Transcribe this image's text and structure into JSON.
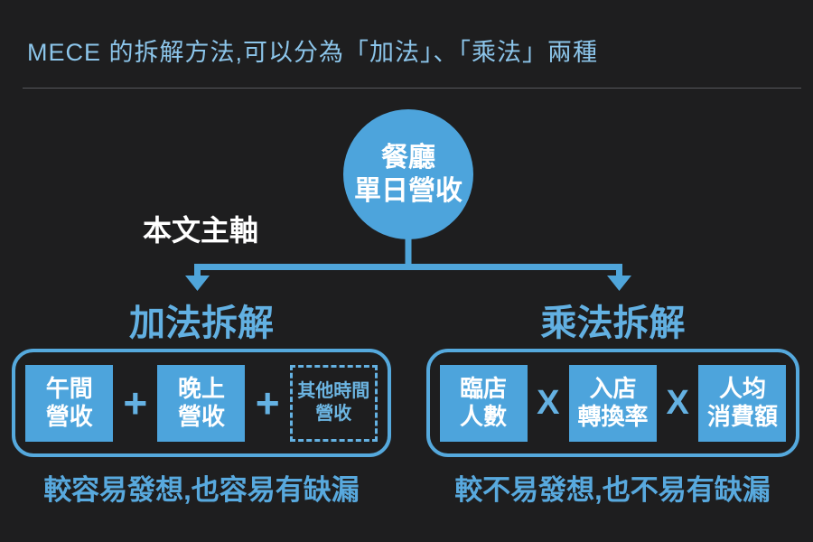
{
  "colors": {
    "background": "#1e1e1f",
    "accent_blue": "#4da4dc",
    "light_blue_text": "#62b0e2",
    "title_blue": "#8cc5ea",
    "white_text": "#ffffff",
    "divider_gray": "#56575b"
  },
  "header": {
    "title": "MECE 的拆解方法,可以分為「加法」、「乘法」兩種"
  },
  "root_node": {
    "line1": "餐廳",
    "line2": "單日營收"
  },
  "annotation": "本文主軸",
  "branches": {
    "left": {
      "title": "加法拆解",
      "operator": "+",
      "items": [
        {
          "line1": "午間",
          "line2": "營收",
          "style": "solid"
        },
        {
          "line1": "晚上",
          "line2": "營收",
          "style": "solid"
        },
        {
          "line1": "其他時間",
          "line2": "營收",
          "style": "dashed"
        }
      ],
      "caption": "較容易發想,也容易有缺漏"
    },
    "right": {
      "title": "乘法拆解",
      "operator": "X",
      "items": [
        {
          "line1": "臨店",
          "line2": "人數",
          "style": "solid"
        },
        {
          "line1": "入店",
          "line2": "轉換率",
          "style": "solid"
        },
        {
          "line1": "人均",
          "line2": "消費額",
          "style": "solid"
        }
      ],
      "caption": "較不易發想,也不易有缺漏"
    }
  }
}
